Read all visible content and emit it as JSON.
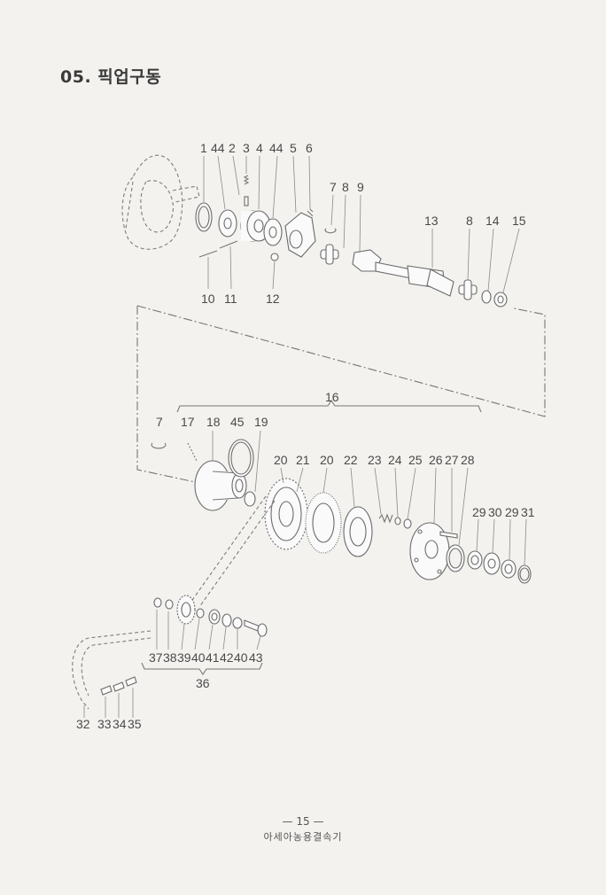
{
  "page": {
    "title": "05. 픽업구동",
    "page_number": "— 15 —",
    "footer": "아세아농용결속기"
  },
  "callouts": {
    "p1": "1",
    "p44a": "44",
    "p2": "2",
    "p3": "3",
    "p4": "4",
    "p44b": "44",
    "p5": "5",
    "p6": "6",
    "p7a": "7",
    "p8a": "8",
    "p9": "9",
    "p13": "13",
    "p8b": "8",
    "p14": "14",
    "p15": "15",
    "p10": "10",
    "p11": "11",
    "p12": "12",
    "p16": "16",
    "p7b": "7",
    "p17": "17",
    "p18": "18",
    "p45": "45",
    "p19": "19",
    "p20a": "20",
    "p21": "21",
    "p20b": "20",
    "p22": "22",
    "p23": "23",
    "p24": "24",
    "p25": "25",
    "p26": "26",
    "p27": "27",
    "p28": "28",
    "p29a": "29",
    "p30": "30",
    "p29b": "29",
    "p31": "31",
    "p37": "37",
    "p38": "38",
    "p39": "39",
    "p40a": "40",
    "p41": "41",
    "p42": "42",
    "p40b": "40",
    "p43": "43",
    "p36": "36",
    "p32": "32",
    "p33": "33",
    "p34": "34",
    "p35": "35"
  }
}
